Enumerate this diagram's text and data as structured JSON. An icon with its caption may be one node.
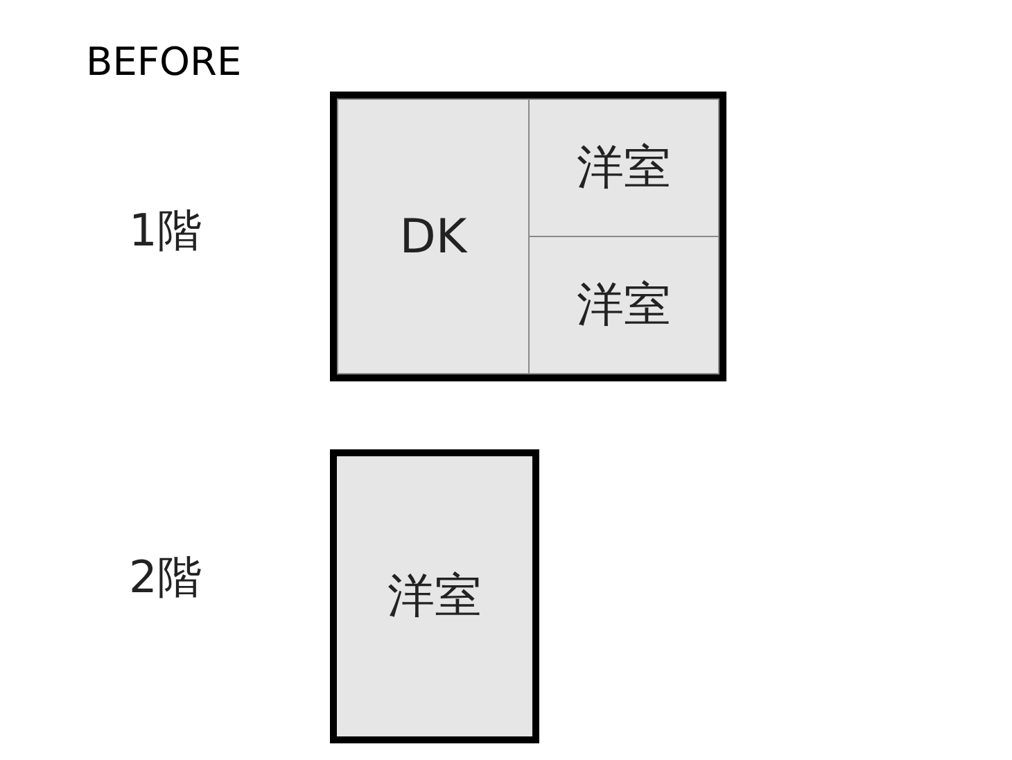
{
  "diagram": {
    "title": "BEFORE",
    "nodes": [
      {
        "text": [],
        "shape": "box",
        "beside": [
          "1階"
        ]
      },
      {
        "text": [
          "DK"
        ],
        "in": 0
      },
      {
        "text": [
          "洋室"
        ],
        "in": 0
      },
      {
        "text": [
          "洋室"
        ],
        "in": 0
      },
      {
        "text": [
          "洋室"
        ],
        "beside": [
          "2階"
        ]
      }
    ]
  }
}
